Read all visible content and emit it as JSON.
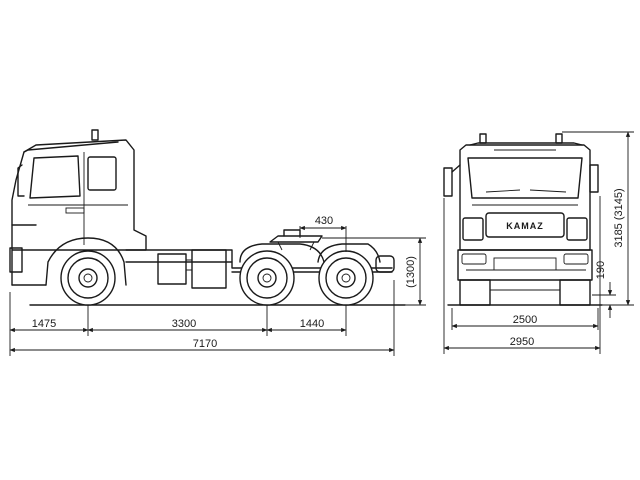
{
  "dimensions": {
    "front_overhang": "1475",
    "wheelbase": "3300",
    "rear_axle_spacing": "1440",
    "overall_length": "7170",
    "fifth_wheel_offset": "430",
    "fifth_wheel_height": "(1300)",
    "overall_height": "3185 (3145)",
    "ground_clearance": "190",
    "track_width": "2500",
    "overall_width": "2950"
  },
  "logo_text": "KAMAZ"
}
